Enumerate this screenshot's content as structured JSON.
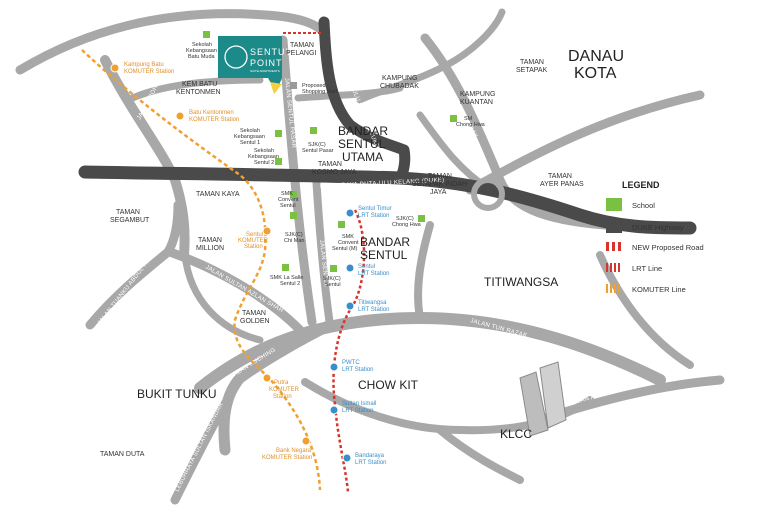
{
  "areas_large": {
    "danau_kota_1": "DANAU",
    "danau_kota_2": "KOTA",
    "bandar_sentul_utama_1": "BANDAR",
    "bandar_sentul_utama_2": "SENTUL",
    "bandar_sentul_utama_3": "UTAMA",
    "bandar_sentul_1": "BANDAR",
    "bandar_sentul_2": "SENTUL",
    "titiwangsa": "TITIWANGSA",
    "chow_kit": "CHOW KIT",
    "bukit_tunku": "BUKIT TUNKU",
    "klcc": "KLCC"
  },
  "areas_small": {
    "taman_pelangi_1": "TAMAN",
    "taman_pelangi_2": "PELANGI",
    "kem_batu_1": "KEM BATU",
    "kem_batu_2": "KENTONMEN",
    "kampung_chubadak_1": "KAMPUNG",
    "kampung_chubadak_2": "CHUBADAK",
    "kampung_kuantan_1": "KAMPUNG",
    "kampung_kuantan_2": "KUANTAN",
    "taman_setapak_1": "TAMAN",
    "taman_setapak_2": "SETAPAK",
    "taman_kosmo_1": "TAMAN",
    "taman_kosmo_2": "KOSMO JAYA",
    "taman_setapak_indah_1": "TAMAN",
    "taman_setapak_indah_2": "SETAPAK INDAH",
    "taman_setapak_indah_3": "JAYA",
    "taman_ayer_panas_1": "TAMAN",
    "taman_ayer_panas_2": "AYER PANAS",
    "taman_kaya": "TAMAN KAYA",
    "taman_segambut_1": "TAMAN",
    "taman_segambut_2": "SEGAMBUT",
    "taman_million_1": "TAMAN",
    "taman_million_2": "MILLION",
    "taman_golden_1": "TAMAN",
    "taman_golden_2": "GOLDEN",
    "taman_duta": "TAMAN DUTA"
  },
  "roads": {
    "duke_upper": "LEBUHRAYA DUTA-ULU KELANG (DUKE)",
    "duke_main": "LEBUHRAYA DUTA-ULU KELANG (DUKE)",
    "jalan_sentul_pasar": "JALAN SENTUL PASAR",
    "jalan_ipoh": "JALAN IPOH",
    "jalan_sentul": "JALAN SENTUL",
    "jalan_genting_kelang": "JALAN GENTING KELANG",
    "jalan_gombak": "JALAN GOMBAK",
    "jalan_tun_razak": "JALAN TUN RAZAK",
    "jalan_sultan_azlan_shah": "JALAN SULTAN AZLAN SHAH",
    "jalan_kuching": "JALAN KUCHING",
    "jalan_tuanku_abdul_halim": "JALAN TUANKU ABDUL HALIM",
    "lebuhraya_sultan_iskandar": "LEBUHRAYA SULTAN ISKANDAR",
    "jalan_ampang": "JALAN AMPANG"
  },
  "schools": {
    "batu_muda_1": "Sekolah",
    "batu_muda_2": "Kebangsaan",
    "batu_muda_3": "Batu Muda",
    "sentul1_1": "Sekolah",
    "sentul1_2": "Kebangsaan",
    "sentul1_3": "Sentul 1",
    "sentul2_1": "Sekolah",
    "sentul2_2": "Kebangsaan",
    "sentul2_3": "Sentul 2",
    "pasar_1": "SJK(C)",
    "pasar_2": "Sentul Pasar",
    "chong_hwa_1": "SM",
    "chong_hwa_2": "Chong Hwa",
    "convent_1": "SMK",
    "convent_2": "Convent",
    "convent_3": "Sentul",
    "chi_man_1": "SJK(C)",
    "chi_man_2": "Chi Man",
    "chong_hwa_c_1": "SJK(C)",
    "chong_hwa_c_2": "Chong Hwa",
    "convent_m_1": "SMK",
    "convent_m_2": "Convent",
    "convent_m_3": "Sentul (M)",
    "la_salle_1": "SMK La Salle",
    "la_salle_2": "Sentul 2",
    "sentul_c_1": "SJK(C)",
    "sentul_c_2": "Sentul"
  },
  "mall": {
    "line1": "Proposed",
    "line2": "Shopping Mall"
  },
  "komuter_stations": {
    "kampung_batu_1": "Kampung Batu",
    "kampung_batu_2": "KOMUTER Station",
    "batu_kentonmen_1": "Batu Kentonmen",
    "batu_kentonmen_2": "KOMUTER Station",
    "sentul_1": "Sentul",
    "sentul_2": "KOMUTER",
    "sentul_3": "Station",
    "putra_1": "Putra",
    "putra_2": "KOMUTER",
    "putra_3": "Station",
    "bank_negara_1": "Bank Negara",
    "bank_negara_2": "KOMUTER Station"
  },
  "lrt_stations": {
    "sentul_timur_1": "Sentul Timur",
    "sentul_timur_2": "LRT Station",
    "sentul_1": "Sentul",
    "sentul_2": "LRT Station",
    "titiwangsa_1": "Titiwangsa",
    "titiwangsa_2": "LRT Station",
    "pwtc_1": "PWTC",
    "pwtc_2": "LRT Station",
    "sultan_ismail_1": "Sultan Ismail",
    "sultan_ismail_2": "LRT Station",
    "bandaraya_1": "Bandaraya",
    "bandaraya_2": "LRT Station"
  },
  "logo": {
    "line1": "SENTUL",
    "line2": "POINT",
    "line3": "SUITE APARTMENTS"
  },
  "legend": {
    "title": "LEGEND",
    "items": [
      "School",
      "DUKE Highway",
      "NEW Proposed Road",
      "LRT Line",
      "KOMUTER Line"
    ]
  },
  "colors": {
    "road": "#a8a8a8",
    "duke": "#4a4a4a",
    "school": "#7ac143",
    "lrt": "#d9342b",
    "komuter": "#f0a030",
    "logo": "#1b8a88",
    "lrt_text": "#3a8fc9",
    "komuter_text": "#e0902b"
  }
}
